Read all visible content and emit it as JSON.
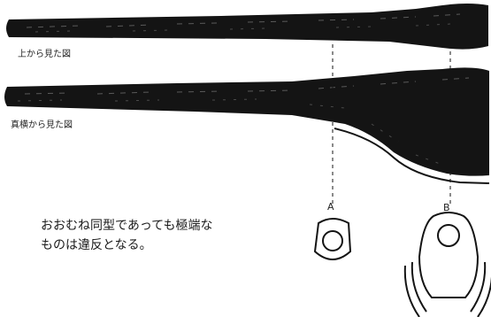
{
  "captions": {
    "top_view": "上から見た図",
    "side_view": "真横から見た図"
  },
  "markers": {
    "a": "A",
    "b": "B"
  },
  "note": {
    "line1": "おおむね同型であっても極端な",
    "line2": "ものは違反となる。"
  },
  "colors": {
    "ink": "#141414",
    "background": "#ffffff"
  }
}
